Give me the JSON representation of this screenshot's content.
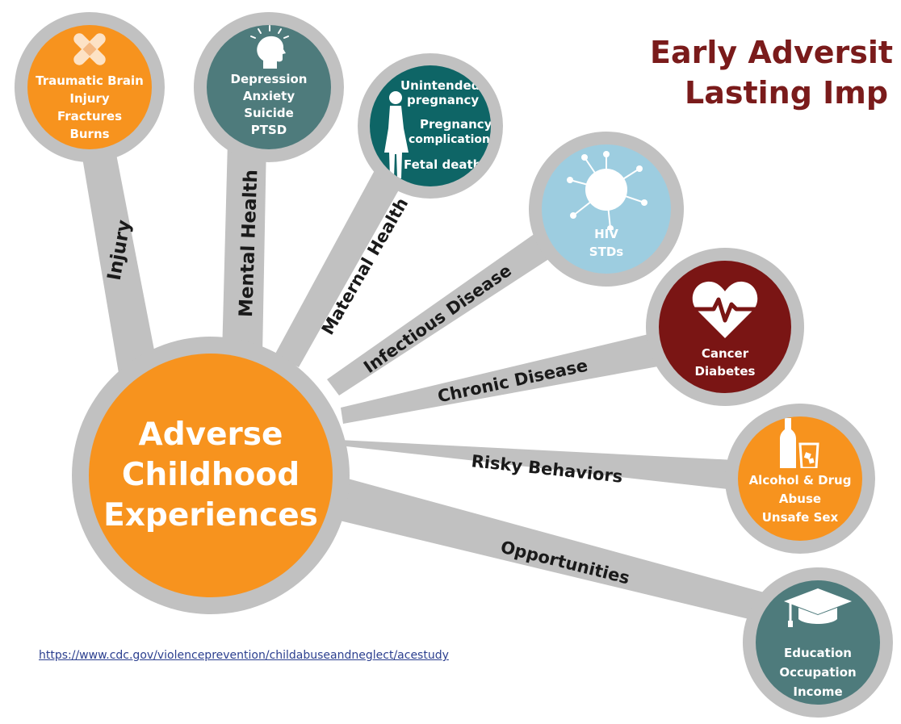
{
  "title": {
    "line1": "Early Adversit",
    "line2": "Lasting Imp"
  },
  "center": {
    "lines": [
      "Adverse",
      "Childhood",
      "Experiences"
    ]
  },
  "branches": [
    {
      "label": "Injury",
      "lines": [
        "Traumatic Brain",
        "Injury",
        "Fractures",
        "Burns"
      ],
      "color": "#f7931e",
      "icon": "bandage-icon"
    },
    {
      "label": "Mental Health",
      "lines": [
        "Depression",
        "Anxiety",
        "Suicide",
        "PTSD"
      ],
      "color": "#4e7b7c",
      "icon": "head-idea-icon"
    },
    {
      "label": "Maternal Health",
      "lines": [
        "Unintended",
        "pregnancy",
        "Pregnancy",
        "complications",
        "Fetal death"
      ],
      "color": "#0e6566",
      "icon": "pregnant-woman-icon"
    },
    {
      "label": "Infectious Disease",
      "lines": [
        "HIV",
        "STDs"
      ],
      "color": "#9dcde0",
      "icon": "virus-icon"
    },
    {
      "label": "Chronic Disease",
      "lines": [
        "Cancer",
        "Diabetes"
      ],
      "color": "#7a1514",
      "icon": "heart-pulse-icon"
    },
    {
      "label": "Risky Behaviors",
      "lines": [
        "Alcohol & Drug",
        "Abuse",
        "Unsafe Sex"
      ],
      "color": "#f7931e",
      "icon": "alcohol-icon"
    },
    {
      "label": "Opportunities",
      "lines": [
        "Education",
        "Occupation",
        "Income"
      ],
      "color": "#4e7b7c",
      "icon": "graduation-cap-icon"
    }
  ],
  "source_link": "https://www.cdc.gov/violenceprevention/childabuseandneglect/acestudy",
  "colors": {
    "spoke": "#c1c1c1",
    "title": "#7a1b1b",
    "center": "#f7931e",
    "link": "#2b3f8f"
  }
}
